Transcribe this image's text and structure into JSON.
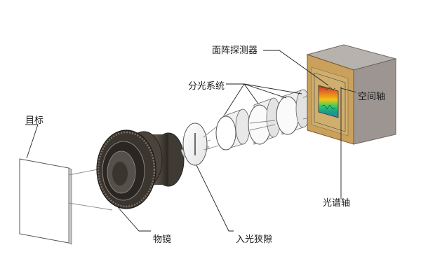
{
  "labels": {
    "target": "目标",
    "objective_lens": "物镜",
    "entrance_slit": "入光狭隙",
    "dispersive_system": "分光系统",
    "area_detector": "面阵探测器",
    "spatial_axis": "空间轴",
    "spectral_axis": "光谱轴"
  },
  "colors": {
    "detector_box_front": "#c9a15c",
    "detector_box_top": "#b8b2ae",
    "detector_box_side": "#9c9591",
    "lens_barrel": "#3a352f",
    "lens_ring": "#6b6259",
    "spectrum": [
      "#c0392b",
      "#e67e22",
      "#f1c40f",
      "#2ecc71",
      "#16a085",
      "#2980b9"
    ]
  }
}
